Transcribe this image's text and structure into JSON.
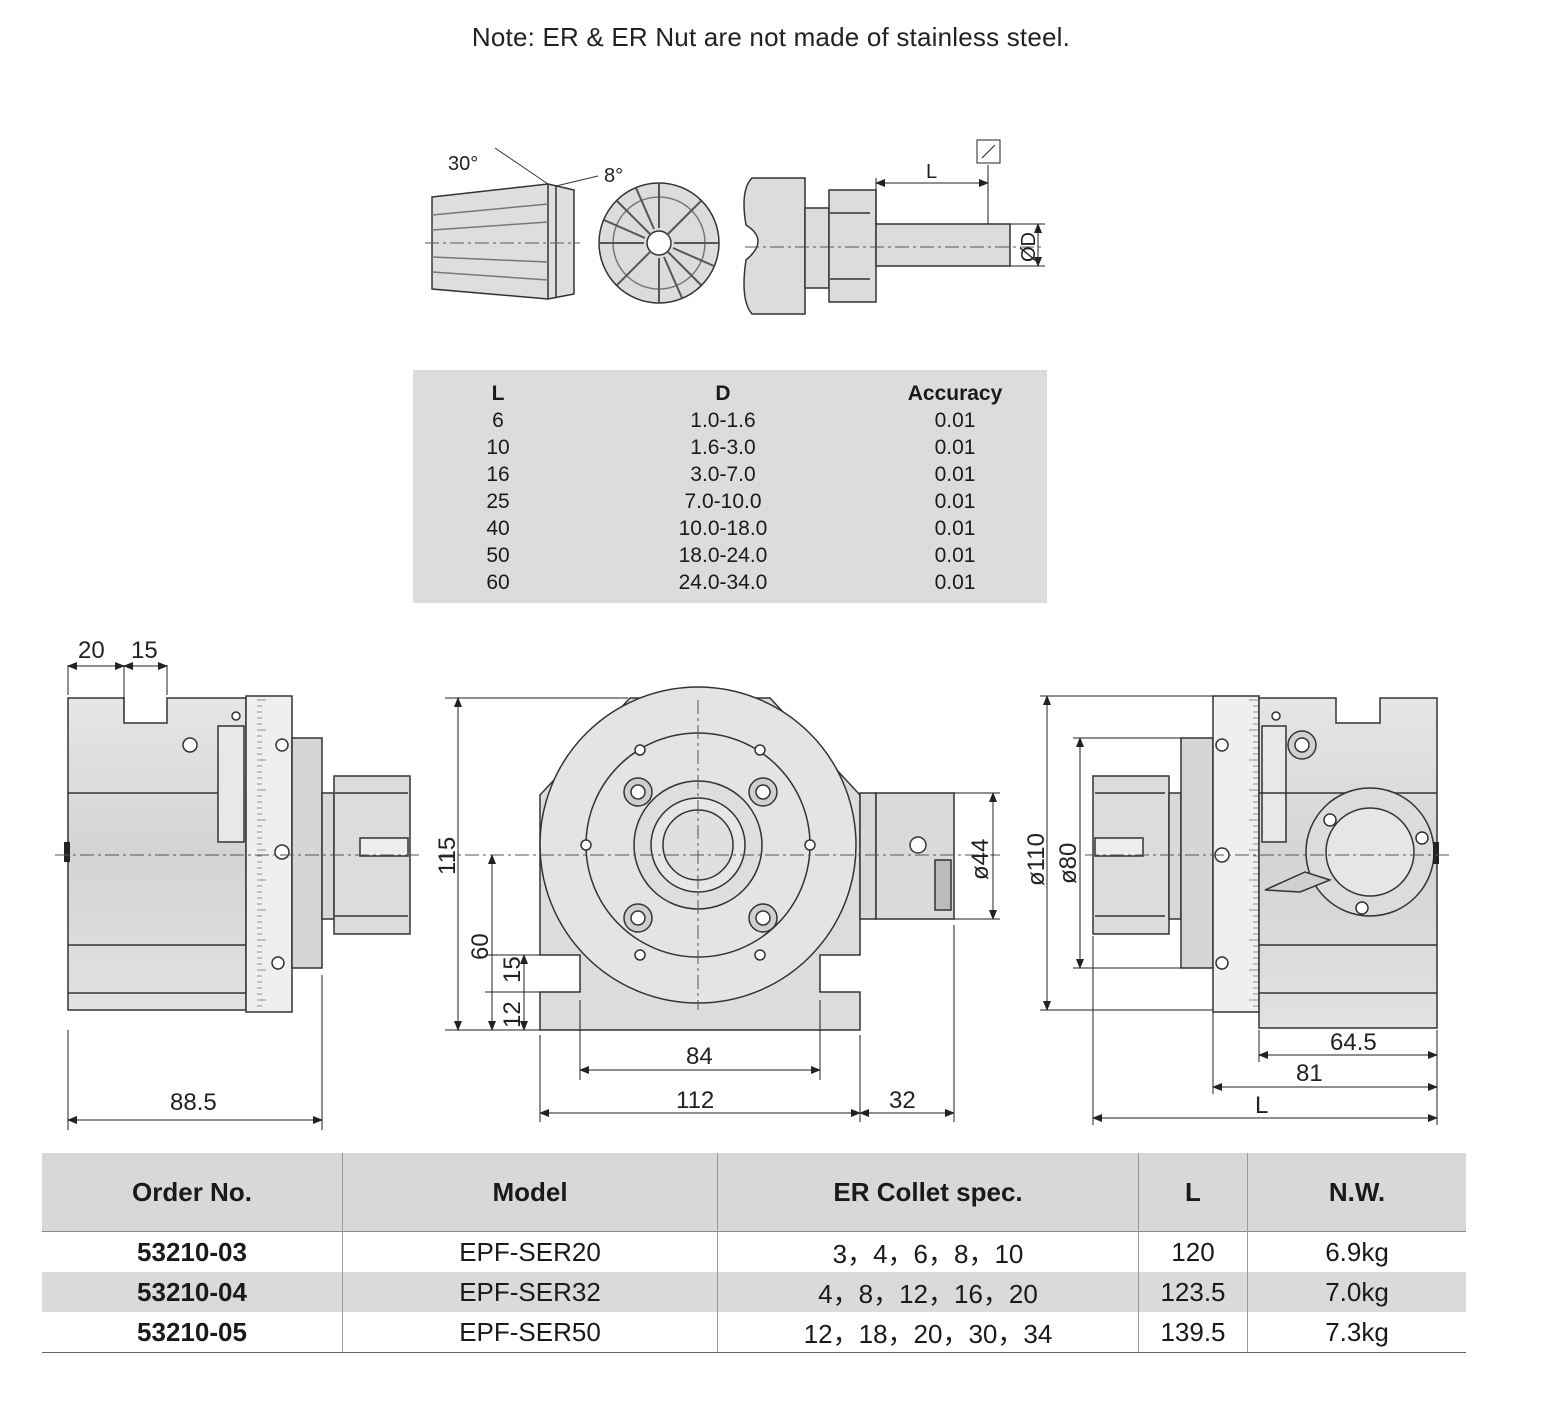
{
  "note": "Note: ER & ER Nut are not made of stainless steel.",
  "collet_diagram": {
    "angle_30": "30°",
    "angle_8": "8°",
    "label_L": "L",
    "label_D": "ØD"
  },
  "accuracy_table": {
    "headers": [
      "L",
      "D",
      "Accuracy"
    ],
    "rows": [
      [
        "6",
        "1.0-1.6",
        "0.01"
      ],
      [
        "10",
        "1.6-3.0",
        "0.01"
      ],
      [
        "16",
        "3.0-7.0",
        "0.01"
      ],
      [
        "25",
        "7.0-10.0",
        "0.01"
      ],
      [
        "40",
        "10.0-18.0",
        "0.01"
      ],
      [
        "50",
        "18.0-24.0",
        "0.01"
      ],
      [
        "60",
        "24.0-34.0",
        "0.01"
      ]
    ]
  },
  "dimensions": {
    "left_top_a": "20",
    "left_top_b": "15",
    "left_bottom": "88.5",
    "front_height": "115",
    "front_center": "60",
    "front_base_a": "12",
    "front_base_b": "15",
    "front_bolt": "84",
    "front_width": "112",
    "front_nut": "32",
    "front_dia": "ø44",
    "right_dia_outer": "ø110",
    "right_dia_inner": "ø80",
    "right_a": "64.5",
    "right_b": "81",
    "right_L": "L"
  },
  "spec_table": {
    "headers": [
      "Order No.",
      "Model",
      "ER Collet spec.",
      "L",
      "N.W."
    ],
    "rows": [
      [
        "53210-03",
        "EPF-SER20",
        "3，4，6，8，10",
        "120",
        "6.9kg"
      ],
      [
        "53210-04",
        "EPF-SER32",
        "4，8，12，16，20",
        "123.5",
        "7.0kg"
      ],
      [
        "53210-05",
        "EPF-SER50",
        "12，18，20，30，34",
        "139.5",
        "7.3kg"
      ]
    ]
  }
}
